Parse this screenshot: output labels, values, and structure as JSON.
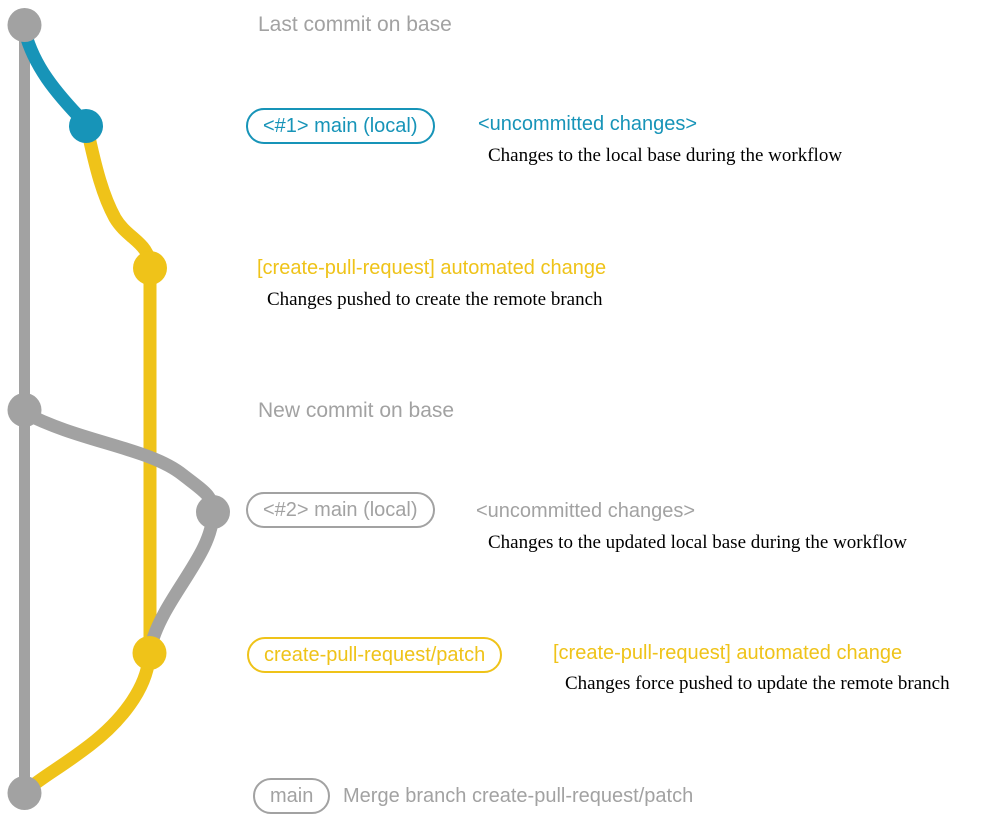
{
  "colors": {
    "blue": "#1794B8",
    "yellow": "#EFC319",
    "gray": "#A2A2A2",
    "description_text": "#000000",
    "background": "#FFFFFF"
  },
  "annotations": {
    "last_commit": {
      "label": "Last commit on base"
    },
    "pr1": {
      "badge": "<#1> main (local)",
      "message": "<uncommitted changes>",
      "description": "Changes to the local base during the workflow"
    },
    "push1": {
      "message": "[create-pull-request] automated change",
      "description": "Changes pushed to create the remote branch"
    },
    "new_commit": {
      "label": "New commit on base"
    },
    "pr2": {
      "badge": "<#2> main (local)",
      "message": "<uncommitted changes>",
      "description": "Changes to the updated local base during the workflow"
    },
    "push2": {
      "badge": "create-pull-request/patch",
      "message": "[create-pull-request] automated change",
      "description": "Changes force pushed to update the remote branch"
    },
    "merge": {
      "badge": "main",
      "message": "Merge branch create-pull-request/patch"
    }
  }
}
